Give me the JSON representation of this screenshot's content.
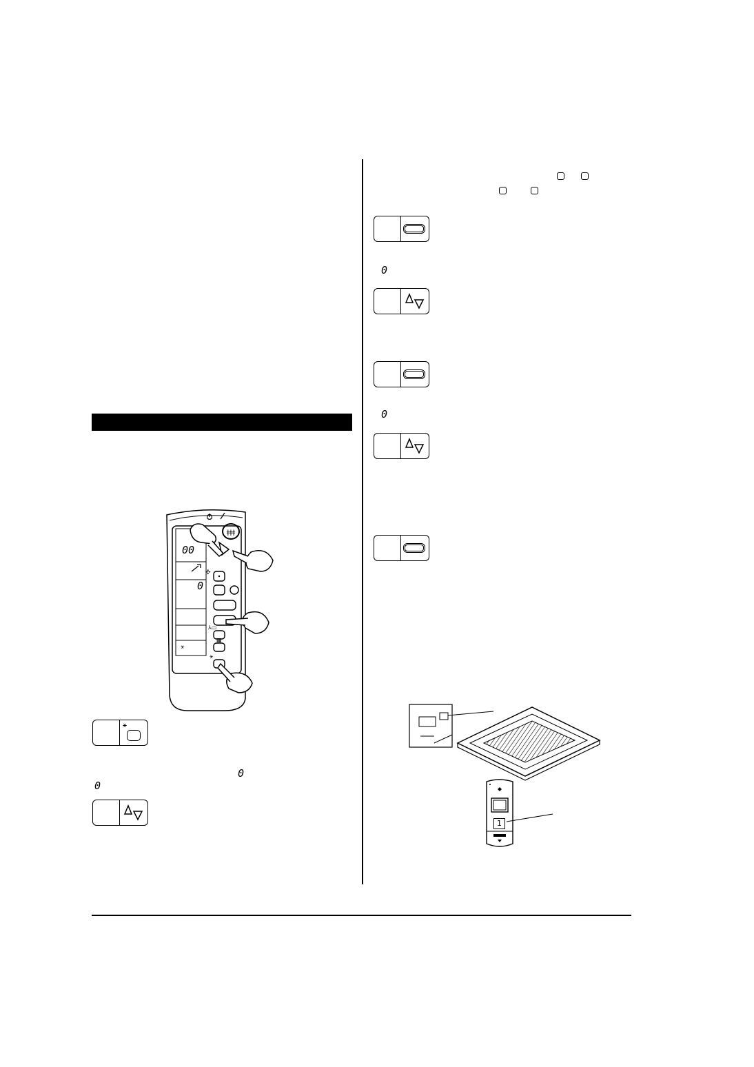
{
  "left": {
    "remote_display": {
      "digits_top": "00",
      "digit_mid": "0"
    },
    "step_a": {
      "icon": "filter-sign-icon"
    },
    "inline_digit_a": "0",
    "inline_digit_b": "0",
    "step_b": {
      "icon": "up-down-arrows-icon"
    }
  },
  "right": {
    "inline_digit_1": "0",
    "inline_digit_2": "0"
  },
  "figure": {
    "remote_badge_label": "1"
  }
}
